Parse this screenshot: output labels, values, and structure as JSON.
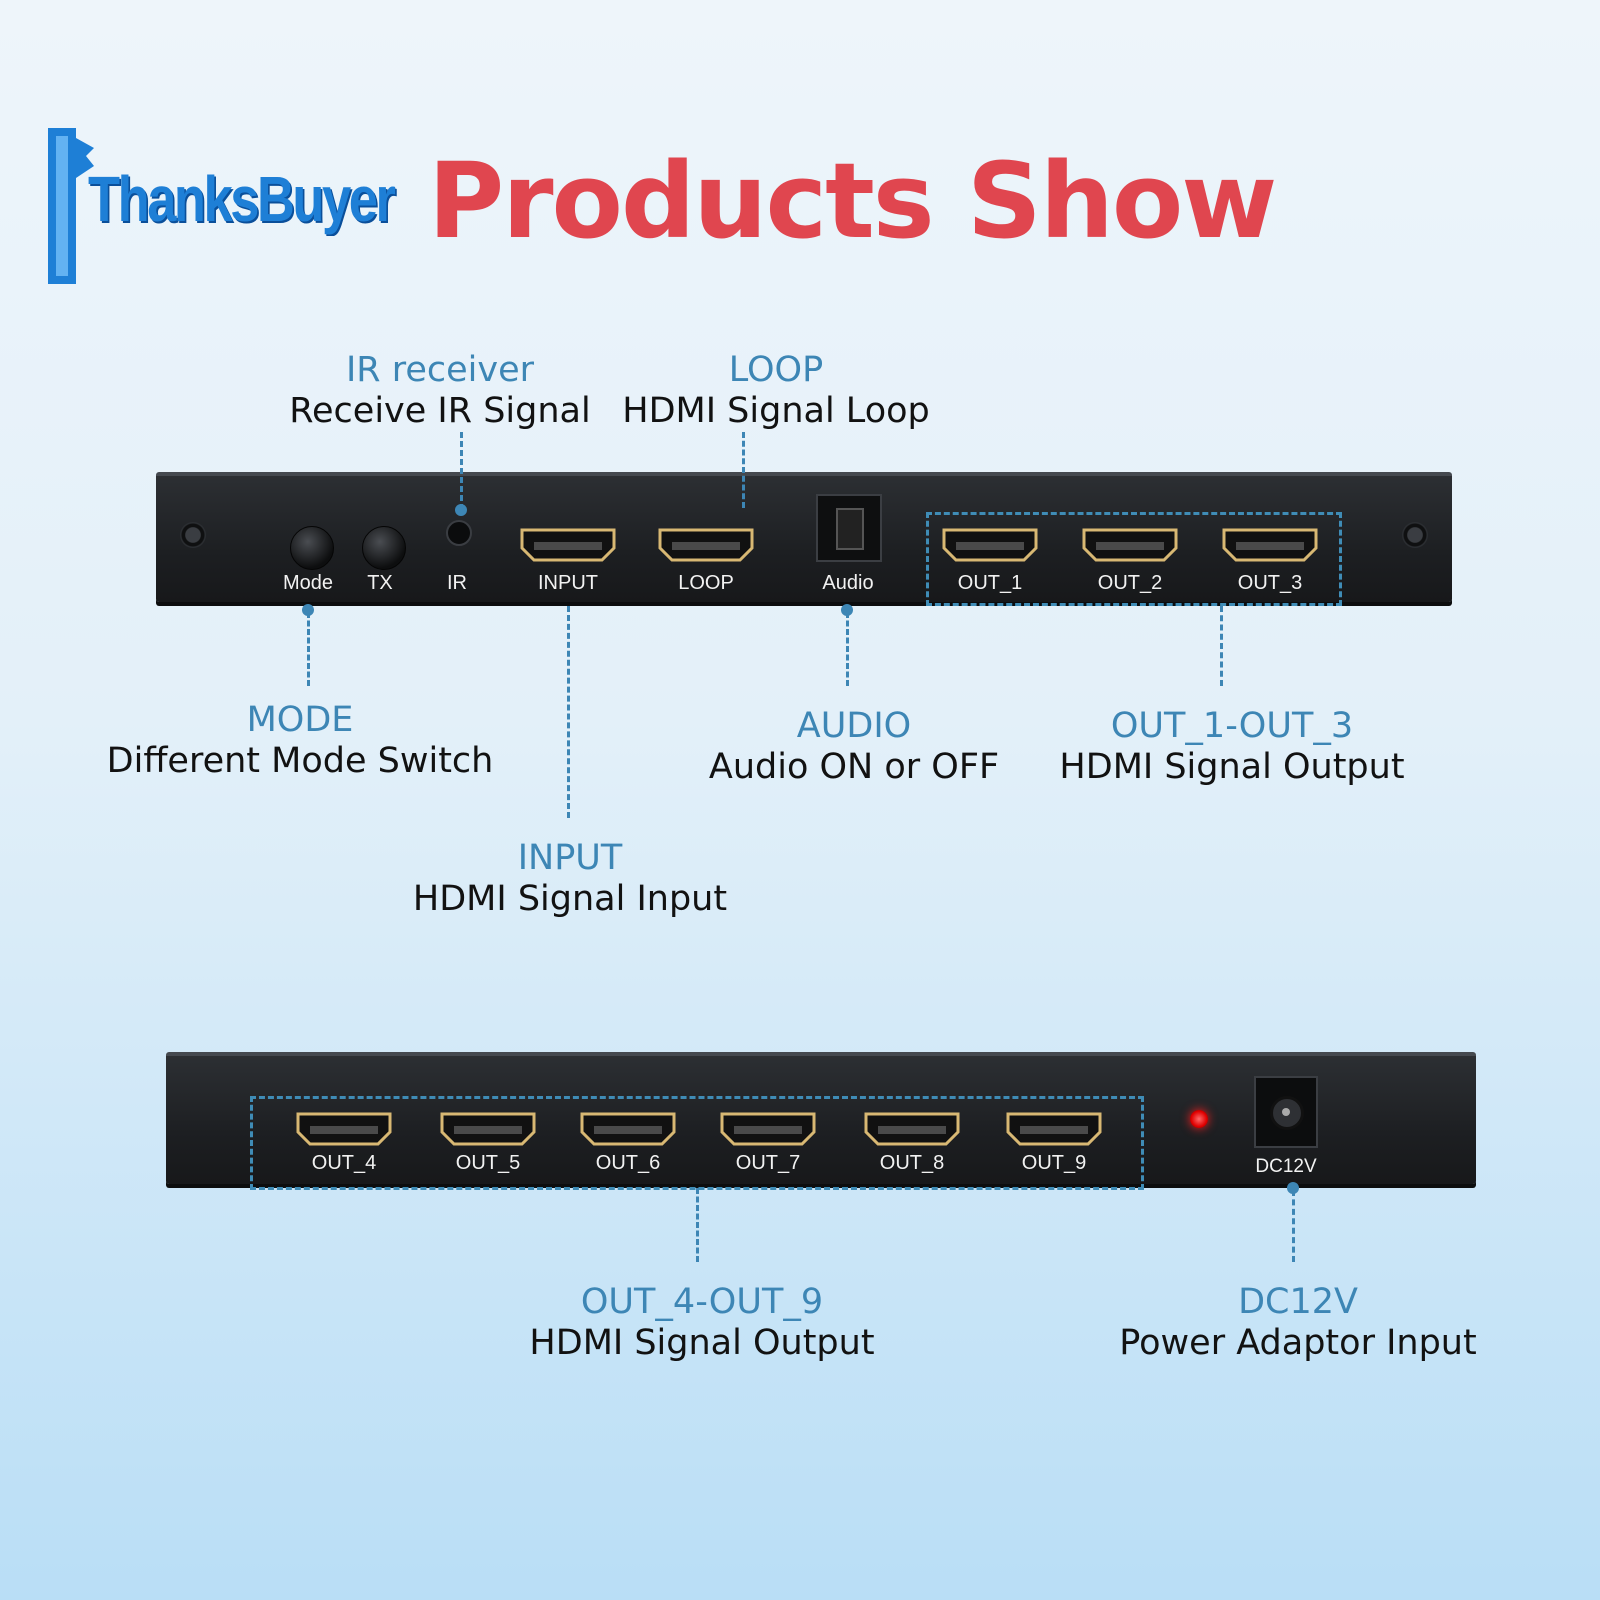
{
  "logo": {
    "text": "ThanksBuyer"
  },
  "title": "Products Show",
  "panel_top": {
    "labels": {
      "mode": "Mode",
      "tx": "TX",
      "ir": "IR",
      "input": "INPUT",
      "loop": "LOOP",
      "audio": "Audio",
      "out1": "OUT_1",
      "out2": "OUT_2",
      "out3": "OUT_3"
    }
  },
  "panel_bottom": {
    "labels": {
      "out4": "OUT_4",
      "out5": "OUT_5",
      "out6": "OUT_6",
      "out7": "OUT_7",
      "out8": "OUT_8",
      "out9": "OUT_9",
      "dc": "DC12V"
    }
  },
  "callouts": {
    "ir": {
      "key": "IR receiver",
      "desc": "Receive IR Signal"
    },
    "loop": {
      "key": "LOOP",
      "desc": "HDMI Signal Loop"
    },
    "mode": {
      "key": "MODE",
      "desc": "Different Mode Switch"
    },
    "input": {
      "key": "INPUT",
      "desc": "HDMI Signal Input"
    },
    "audio": {
      "key": "AUDIO",
      "desc": "Audio ON or OFF"
    },
    "out13": {
      "key": "OUT_1-OUT_3",
      "desc": "HDMI Signal Output"
    },
    "out49": {
      "key": "OUT_4-OUT_9",
      "desc": "HDMI Signal Output"
    },
    "dc": {
      "key": "DC12V",
      "desc": "Power Adaptor Input"
    }
  },
  "colors": {
    "title": "#e0464f",
    "accent": "#3d86b5",
    "logo": "#1e7fd6",
    "led": "#ff1a1a"
  }
}
